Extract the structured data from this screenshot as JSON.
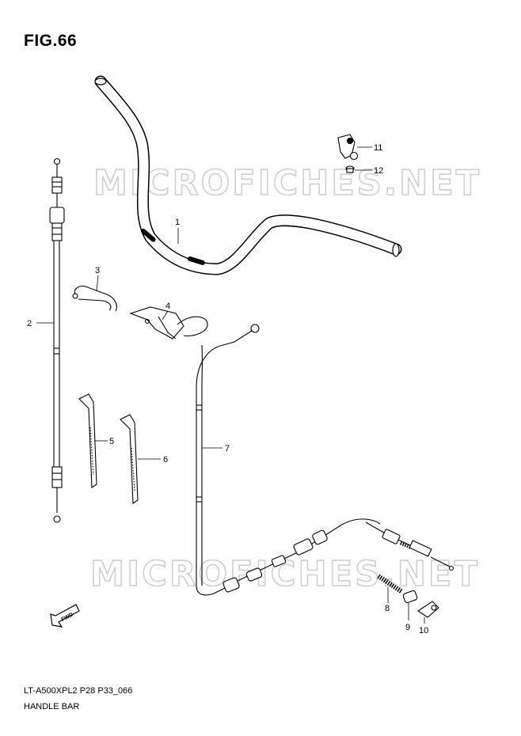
{
  "figure_title": "FIG.66",
  "watermark": "MICROFICHES.NET",
  "callouts": [
    "1",
    "2",
    "3",
    "4",
    "5",
    "6",
    "7",
    "8",
    "9",
    "10",
    "11",
    "12"
  ],
  "footer": {
    "code": "LT-A500XPL2 P28 P33_066",
    "name": "HANDLE BAR"
  },
  "fwd_label": "FWD"
}
